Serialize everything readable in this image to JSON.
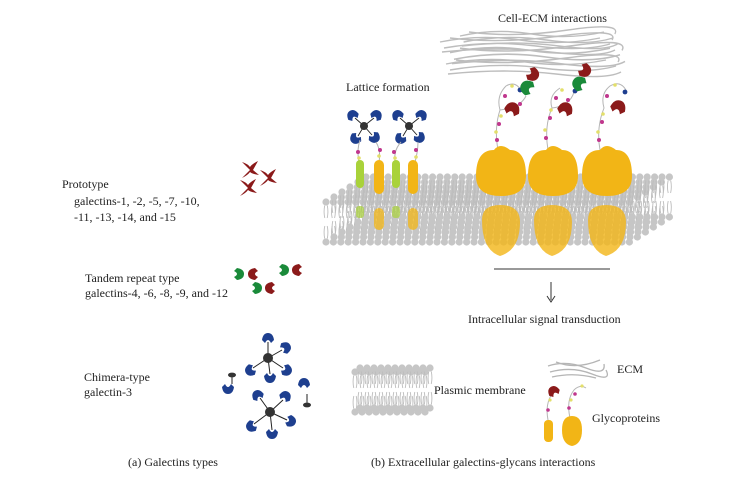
{
  "panel_a": {
    "caption": "(a)    Galectins types",
    "prototype": {
      "title": "Prototype",
      "line1": "galectins-1, -2, -5, -7, -10,",
      "line2": "-11, -13, -14, and -15"
    },
    "tandem": {
      "title": "Tandem repeat type",
      "line1": "galectins-4, -6, -8, -9, and -12"
    },
    "chimera": {
      "title": "Chimera-type",
      "line1": "galectin-3"
    }
  },
  "panel_b": {
    "caption": "(b)  Extracellular galectins-glycans interactions",
    "cell_ecm": "Cell-ECM interactions",
    "lattice": "Lattice formation",
    "signal": "Intracellular signal transduction",
    "legend": {
      "membrane": "Plasmic membrane",
      "ecm": "ECM",
      "glycoproteins": "Glycoproteins"
    }
  },
  "colors": {
    "membrane": "#c8c8c8",
    "glycoprotein": "#f2b516",
    "lipid_anchor": "#a9d23a",
    "galectin_red": "#8b1a1a",
    "galectin_green": "#1a8a3a",
    "galectin_blue": "#1e3f8f",
    "glycan_pink": "#c0378d",
    "glycan_yellow": "#e3df6a"
  }
}
